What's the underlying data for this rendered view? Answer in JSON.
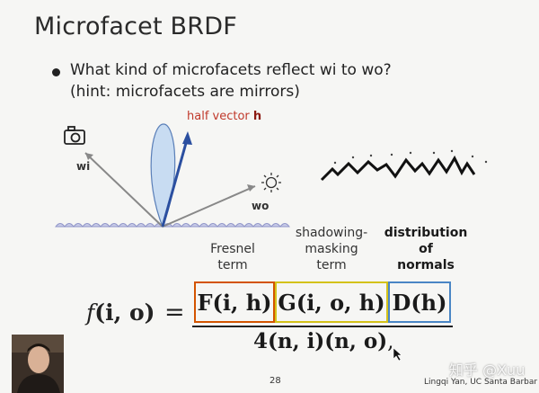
{
  "slide": {
    "title": "Microfacet BRDF",
    "bullet_line1": "What kind of microfacets reflect wi to wo?",
    "bullet_line2": "(hint: microfacets are mirrors)",
    "diagram": {
      "half_vector_prefix": "half vector ",
      "half_vector_symbol": "h",
      "wi_label": "wi",
      "wo_label": "wo"
    },
    "term_labels": {
      "fresnel": [
        "Fresnel",
        "term"
      ],
      "shadowing": [
        "shadowing-",
        "masking",
        "term"
      ],
      "distribution": [
        "distribution",
        "of",
        "normals"
      ]
    },
    "formula": {
      "lhs_f": "f",
      "lhs_args": "(i, o)",
      "equals": "=",
      "term_F": "F(i, h)",
      "term_G": "G(i, o, h)",
      "term_D": "D(h)",
      "denominator": "4(n, i)(n, o)",
      "trailing": ","
    },
    "page_number": "28",
    "credit": "Lingqi Yan, UC Santa Barbar",
    "watermark": "知乎 @Xuu",
    "colors": {
      "fresnel_box": "#d35400",
      "shadowing_box": "#d4c21a",
      "distribution_box": "#4a86c5",
      "half_vector": "#2b4fa0"
    }
  }
}
